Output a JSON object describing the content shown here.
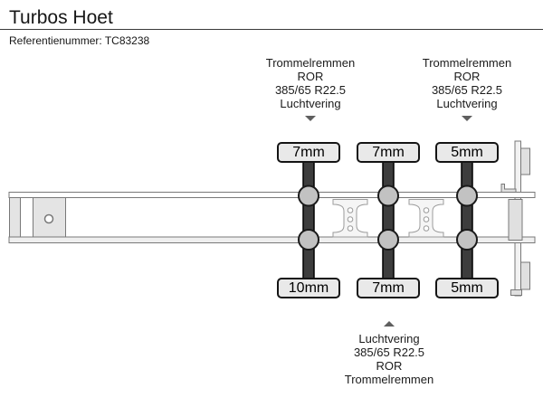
{
  "header": {
    "title": "Turbos Hoet",
    "reference": "Referentienummer: TC83238"
  },
  "annotations": {
    "front_top": {
      "lines": [
        "Trommelremmen",
        "ROR",
        "385/65 R22.5",
        "Luchtvering"
      ]
    },
    "rear_top": {
      "lines": [
        "Trommelremmen",
        "ROR",
        "385/65 R22.5",
        "Luchtvering"
      ]
    },
    "middle_bottom": {
      "lines": [
        "Luchtvering",
        "385/65 R22.5",
        "ROR",
        "Trommelremmen"
      ]
    }
  },
  "tread_depths": {
    "top_row": [
      "7mm",
      "7mm",
      "5mm"
    ],
    "bottom_row": [
      "10mm",
      "7mm",
      "5mm"
    ]
  },
  "colors": {
    "axle_bar": "#3d3d3d",
    "hub": "#c2c2c2",
    "badge_background": "#e9e9e9",
    "chassis_outline": "#787878",
    "bracket_outline": "#9b9b9b"
  }
}
